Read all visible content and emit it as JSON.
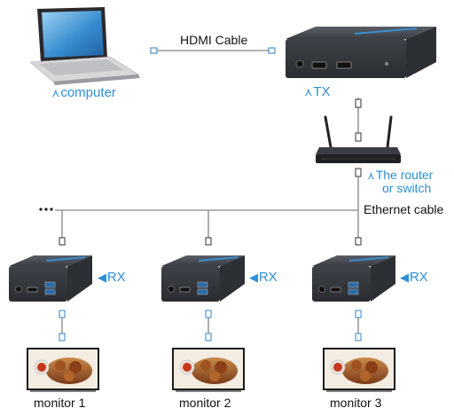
{
  "labels": {
    "computer": "computer",
    "tx": "TX",
    "hdmi_cable": "HDMI Cable",
    "router_line1": "The router",
    "router_line2": "or switch",
    "ethernet_cable": "Ethernet cable",
    "rx": "RX",
    "monitors": [
      "monitor 1",
      "monitor 2",
      "monitor 3"
    ]
  },
  "arrow_glyph": "⋏",
  "colors": {
    "accent_blue": "#2f8fd8",
    "cable_gray": "#9a9a9a",
    "device_dark": "#3a3d42",
    "text_dark": "#111111"
  }
}
